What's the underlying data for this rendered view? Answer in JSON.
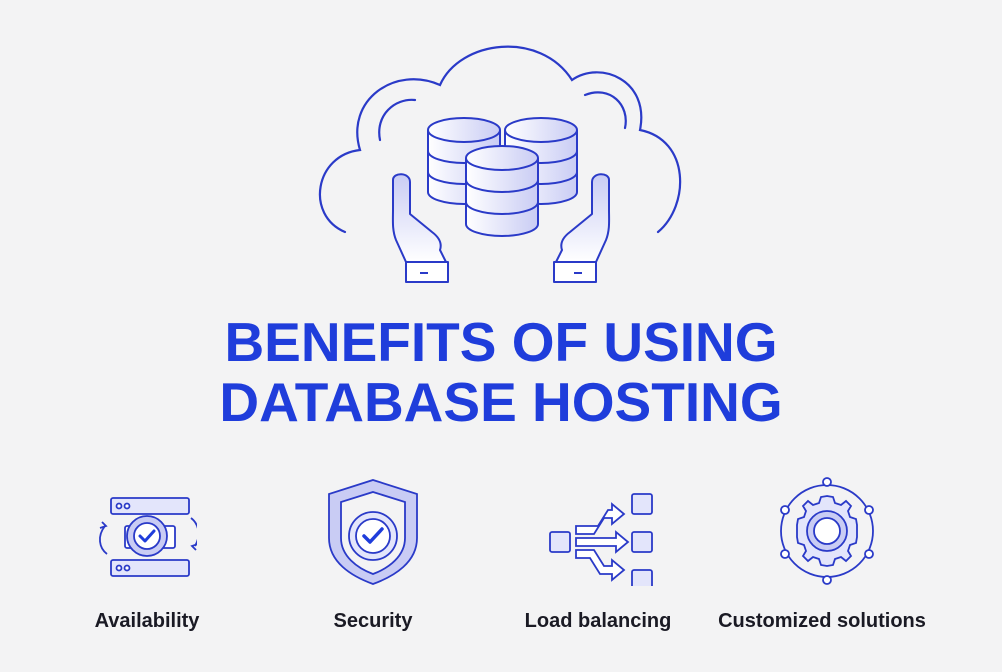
{
  "title": {
    "line1": "BENEFITS OF USING",
    "line2": "DATABASE HOSTING"
  },
  "hero_icons": [
    "cloud-icon",
    "database-icon",
    "hands-icon"
  ],
  "benefits": [
    {
      "label": "Availability",
      "icon": "server-refresh-check-icon"
    },
    {
      "label": "Security",
      "icon": "shield-check-icon"
    },
    {
      "label": "Load balancing",
      "icon": "load-balancing-arrows-icon"
    },
    {
      "label": "Customized solutions",
      "icon": "gear-network-icon"
    }
  ],
  "colors": {
    "accent": "#1f3ddb",
    "stroke": "#2a3ac8",
    "fill_light": "#e3e5fb",
    "fill_mid": "#c9ccf4",
    "background": "#f3f3f4",
    "text": "#1a1a24"
  }
}
